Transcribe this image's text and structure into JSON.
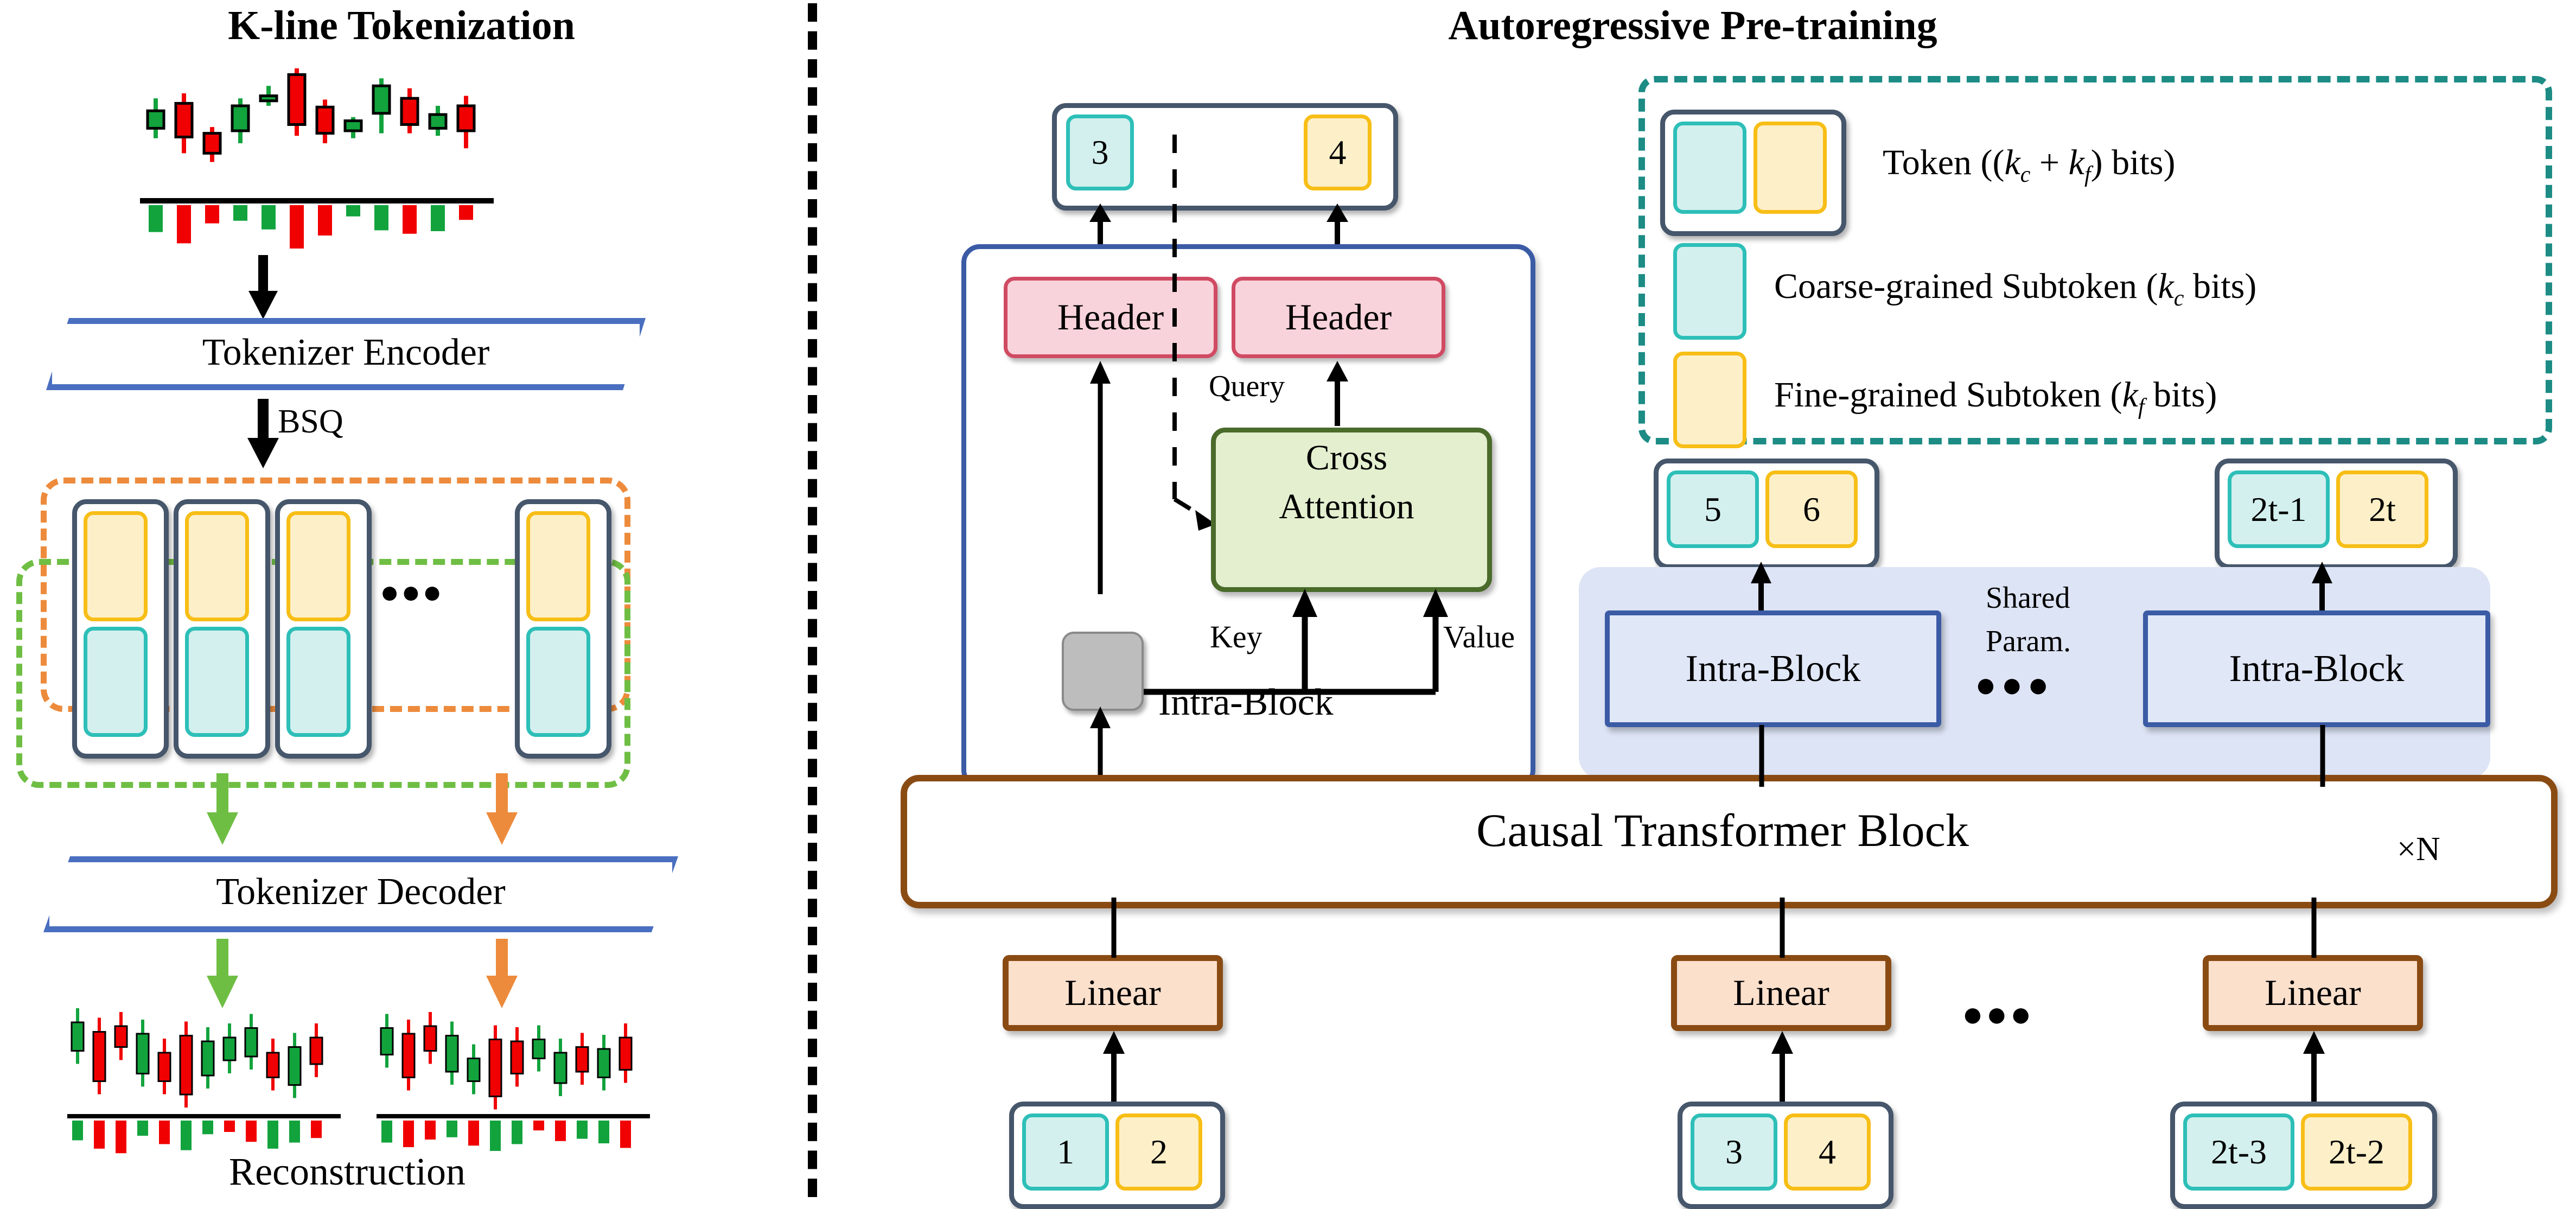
{
  "panels": {
    "left": {
      "title": "K-line Tokenization"
    },
    "right": {
      "title": "Autoregressive Pre-training"
    }
  },
  "left_panel": {
    "bsq_label": "BSQ",
    "encoder_label": "Tokenizer Encoder",
    "decoder_label": "Tokenizer Decoder",
    "reconstruction_label": "Reconstruction",
    "ellipsis": "● ● ●",
    "token_rows": {
      "fine_color": "#FDEFC8",
      "coarse_color": "#D3F0EE",
      "fine_border": "#F7BE16",
      "coarse_border": "#2DBFB8",
      "shell_border": "#46566B",
      "orange_dash": "#ED8B3C",
      "green_dash": "#6FBE44"
    }
  },
  "right_panel": {
    "output_token": {
      "coarse": "3",
      "fine": "4"
    },
    "headers": [
      "Header",
      "Header"
    ],
    "cross_attention_label": "Cross\nAttention",
    "cross_attention_line1": "Cross",
    "cross_attention_line2": "Attention",
    "query_label": "Query",
    "key_label": "Key",
    "value_label": "Value",
    "intra_block_label": "Intra-Block",
    "shared_param_line1": "Shared",
    "shared_param_line2": "Param.",
    "ellipsis": "● ● ●",
    "causal_transformer_label": "Causal Transformer Block",
    "repeat_label": "×N",
    "linear_label": "Linear",
    "intra_blocks": [
      "Intra-Block",
      "Intra-Block"
    ],
    "mid_tokens": [
      {
        "coarse": "5",
        "fine": "6"
      },
      {
        "coarse": "2t-1",
        "fine": "2t"
      }
    ],
    "input_tokens": [
      {
        "coarse": "1",
        "fine": "2"
      },
      {
        "coarse": "3",
        "fine": "4"
      },
      {
        "coarse": "2t-3",
        "fine": "2t-2"
      }
    ]
  },
  "legend": {
    "border_color": "#1C8C85",
    "items": [
      {
        "icon": "token-pair-swatch",
        "text_pre": "Token ((",
        "k1": "k",
        "sub1": "c",
        "plus": " + ",
        "k2": "k",
        "sub2": "f",
        "text_post": ") bits)"
      },
      {
        "icon": "coarse-swatch",
        "text_pre": "Coarse-grained Subtoken (",
        "k1": "k",
        "sub1": "c",
        "text_post": " bits)"
      },
      {
        "icon": "fine-swatch",
        "text_pre": "Fine-grained Subtoken (",
        "k1": "k",
        "sub1": "f",
        "text_post": " bits)"
      }
    ]
  },
  "chart_data": {
    "type": "candlestick",
    "title": "K-line (candlestick) price series with volume bars",
    "original": {
      "candles": [
        {
          "open": 0.52,
          "close": 0.66,
          "high": 0.76,
          "low": 0.44,
          "dir": "up"
        },
        {
          "open": 0.72,
          "close": 0.45,
          "high": 0.8,
          "low": 0.32,
          "dir": "down"
        },
        {
          "open": 0.48,
          "close": 0.32,
          "high": 0.53,
          "low": 0.25,
          "dir": "down"
        },
        {
          "open": 0.5,
          "close": 0.7,
          "high": 0.76,
          "low": 0.4,
          "dir": "up"
        },
        {
          "open": 0.74,
          "close": 0.78,
          "high": 0.86,
          "low": 0.7,
          "dir": "up"
        },
        {
          "open": 0.95,
          "close": 0.55,
          "high": 1.0,
          "low": 0.46,
          "dir": "down"
        },
        {
          "open": 0.69,
          "close": 0.48,
          "high": 0.75,
          "low": 0.4,
          "dir": "down"
        },
        {
          "open": 0.58,
          "close": 0.5,
          "high": 0.61,
          "low": 0.44,
          "dir": "up"
        },
        {
          "open": 0.86,
          "close": 0.64,
          "high": 0.92,
          "low": 0.48,
          "dir": "up"
        },
        {
          "open": 0.76,
          "close": 0.55,
          "high": 0.84,
          "low": 0.48,
          "dir": "down"
        },
        {
          "open": 0.63,
          "close": 0.52,
          "high": 0.7,
          "low": 0.46,
          "dir": "up"
        },
        {
          "open": 0.7,
          "close": 0.5,
          "high": 0.78,
          "low": 0.36,
          "dir": "down"
        }
      ],
      "volumes": [
        0.62,
        0.88,
        0.42,
        0.36,
        0.56,
        1.0,
        0.7,
        0.26,
        0.58,
        0.66,
        0.6,
        0.34
      ],
      "volume_dirs": [
        "up",
        "down",
        "down",
        "up",
        "up",
        "down",
        "down",
        "up",
        "up",
        "down",
        "up",
        "down"
      ]
    },
    "reconstruction_left": {
      "candles": [
        {
          "dir": "up",
          "h": 0.3,
          "y": 0.62
        },
        {
          "dir": "down",
          "h": 0.52,
          "y": 0.3
        },
        {
          "dir": "down",
          "h": 0.22,
          "y": 0.66
        },
        {
          "dir": "up",
          "h": 0.42,
          "y": 0.38
        },
        {
          "dir": "down",
          "h": 0.3,
          "y": 0.3
        },
        {
          "dir": "down",
          "h": 0.62,
          "y": 0.16
        },
        {
          "dir": "up",
          "h": 0.36,
          "y": 0.36
        },
        {
          "dir": "up",
          "h": 0.24,
          "y": 0.52
        },
        {
          "dir": "up",
          "h": 0.3,
          "y": 0.56
        },
        {
          "dir": "down",
          "h": 0.26,
          "y": 0.34
        },
        {
          "dir": "up",
          "h": 0.4,
          "y": 0.26
        },
        {
          "dir": "down",
          "h": 0.28,
          "y": 0.48
        }
      ],
      "volumes": [
        0.52,
        0.74,
        0.86,
        0.4,
        0.62,
        0.78,
        0.36,
        0.3,
        0.56,
        0.74,
        0.58,
        0.46
      ]
    },
    "reconstruction_right": {
      "candles": [
        {
          "dir": "up",
          "h": 0.28,
          "y": 0.58
        },
        {
          "dir": "down",
          "h": 0.46,
          "y": 0.34
        },
        {
          "dir": "down",
          "h": 0.26,
          "y": 0.62
        },
        {
          "dir": "up",
          "h": 0.38,
          "y": 0.4
        },
        {
          "dir": "up",
          "h": 0.24,
          "y": 0.3
        },
        {
          "dir": "down",
          "h": 0.6,
          "y": 0.14
        },
        {
          "dir": "down",
          "h": 0.34,
          "y": 0.38
        },
        {
          "dir": "up",
          "h": 0.2,
          "y": 0.54
        },
        {
          "dir": "up",
          "h": 0.32,
          "y": 0.28
        },
        {
          "dir": "down",
          "h": 0.26,
          "y": 0.4
        },
        {
          "dir": "up",
          "h": 0.3,
          "y": 0.34
        },
        {
          "dir": "down",
          "h": 0.34,
          "y": 0.42
        }
      ],
      "volumes": [
        0.58,
        0.7,
        0.5,
        0.44,
        0.66,
        0.8,
        0.62,
        0.26,
        0.54,
        0.48,
        0.6,
        0.72
      ]
    },
    "up_color": "#12A33D",
    "down_color": "#F00000",
    "axis_color": "#000000"
  }
}
